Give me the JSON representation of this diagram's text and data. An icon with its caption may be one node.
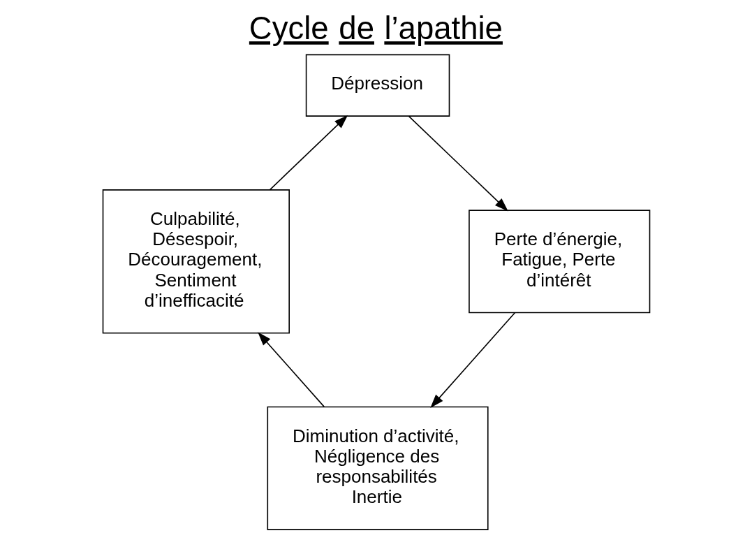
{
  "diagram": {
    "title": "Cycle de l’apathie",
    "nodes": [
      {
        "text": [
          "Dépression"
        ]
      },
      {
        "text": [
          "Perte d’énergie, Fatigue, Perte d’intérêt"
        ]
      },
      {
        "text": [
          "Diminution d’activité, Négligence des responsabilités Inertie"
        ]
      },
      {
        "text": [
          "Culpabilité, Désespoir, Découragement, Sentiment d’inefficacité"
        ]
      }
    ],
    "edges": [
      {
        "from": 0,
        "to": 1,
        "arrow": "to"
      },
      {
        "from": 1,
        "to": 2,
        "arrow": "to"
      },
      {
        "from": 2,
        "to": 3,
        "arrow": "to"
      },
      {
        "from": 3,
        "to": 0,
        "arrow": "to"
      }
    ]
  }
}
